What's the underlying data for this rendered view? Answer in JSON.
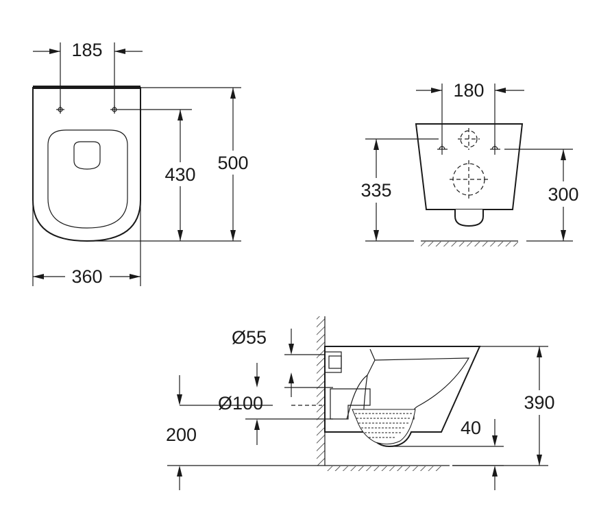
{
  "top_view": {
    "dim_hole_spacing": "185",
    "dim_hole_to_front": "430",
    "dim_length": "500",
    "dim_width": "360"
  },
  "rear_view": {
    "dim_hole_spacing": "180",
    "dim_hole_height": "335",
    "dim_pipe_height": "300"
  },
  "side_view": {
    "dim_inlet_diameter": "Ø55",
    "dim_outlet_diameter": "Ø100",
    "dim_outlet_height": "200",
    "dim_water_depth": "40",
    "dim_total_height": "390"
  }
}
